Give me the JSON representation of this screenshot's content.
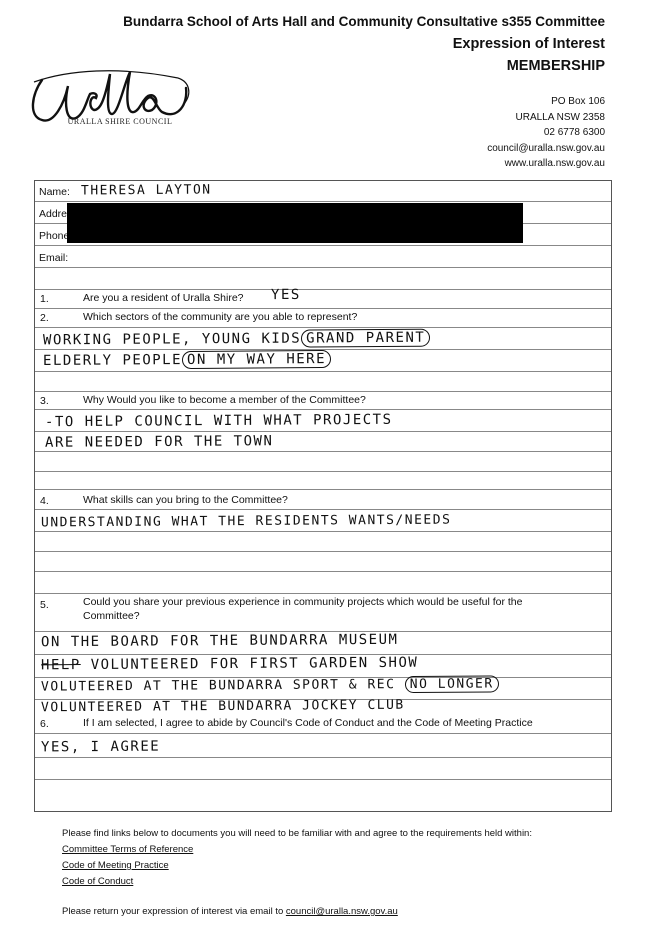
{
  "header": {
    "committee": "Bundarra School of Arts Hall and Community Consultative s355 Committee",
    "form_title": "Expression of Interest",
    "form_subtitle": "MEMBERSHIP",
    "address": {
      "po_box": "PO Box 106",
      "city": "URALLA  NSW 2358",
      "phone": "02 6778 6300",
      "email": "council@uralla.nsw.gov.au",
      "website": "www.uralla.nsw.gov.au"
    }
  },
  "logo": {
    "script_text": "Uralla",
    "council_text": "URALLA SHIRE COUNCIL"
  },
  "fields": {
    "name_label": "Name:",
    "name_value": "THERESA  LAYTON",
    "address_label": "Addre",
    "phone_label": "Phone",
    "email_label": "Email:"
  },
  "questions": [
    {
      "number": "1.",
      "text": "Are you a resident of Uralla Shire?",
      "answer": [
        "YES"
      ]
    },
    {
      "number": "2.",
      "text": "Which sectors of the community are you able to represent?",
      "answer": [
        "WORKING PEOPLE, YOUNG KIDS",
        "GRAND PARENT",
        "ELDERLY PEOPLE",
        "ON MY WAY HERE"
      ]
    },
    {
      "number": "3.",
      "text": "Why Would you like to become a member of the Committee?",
      "answer": [
        "-TO HELP COUNCIL WITH WHAT PROJECTS",
        "ARE NEEDED FOR THE TOWN"
      ]
    },
    {
      "number": "4.",
      "text": "What skills can you bring to the Committee?",
      "answer": [
        "UNDERSTANDING WHAT THE RESIDENTS WANTS/NEEDS"
      ]
    },
    {
      "number": "5.",
      "text": "Could you share your previous experience in community projects which would be useful for the",
      "text_cont": "Committee?",
      "answer": [
        "ON THE BOARD FOR THE BUNDARRA MUSEUM",
        "HELP",
        "VOLUNTEERED FOR FIRST GARDEN SHOW",
        "VOLUTEERED AT THE BUNDARRA SPORT & REC",
        "NO LONGER",
        "VOLUNTEERED AT THE BUNDARRA JOCKEY CLUB"
      ]
    },
    {
      "number": "6.",
      "text": "If I am selected, I agree to abide by Council's Code of Conduct and the Code of Meeting Practice",
      "answer": [
        "YES, I AGREE"
      ]
    }
  ],
  "footer": {
    "intro": "Please find links below to documents you will need to be familiar with and agree to the requirements held within:",
    "links": [
      "Committee Terms of Reference",
      "Code of Meeting Practice",
      "Code of Conduct"
    ],
    "return_text": "Please return your expression of interest via email to",
    "return_email": "council@uralla.nsw.gov.au"
  }
}
